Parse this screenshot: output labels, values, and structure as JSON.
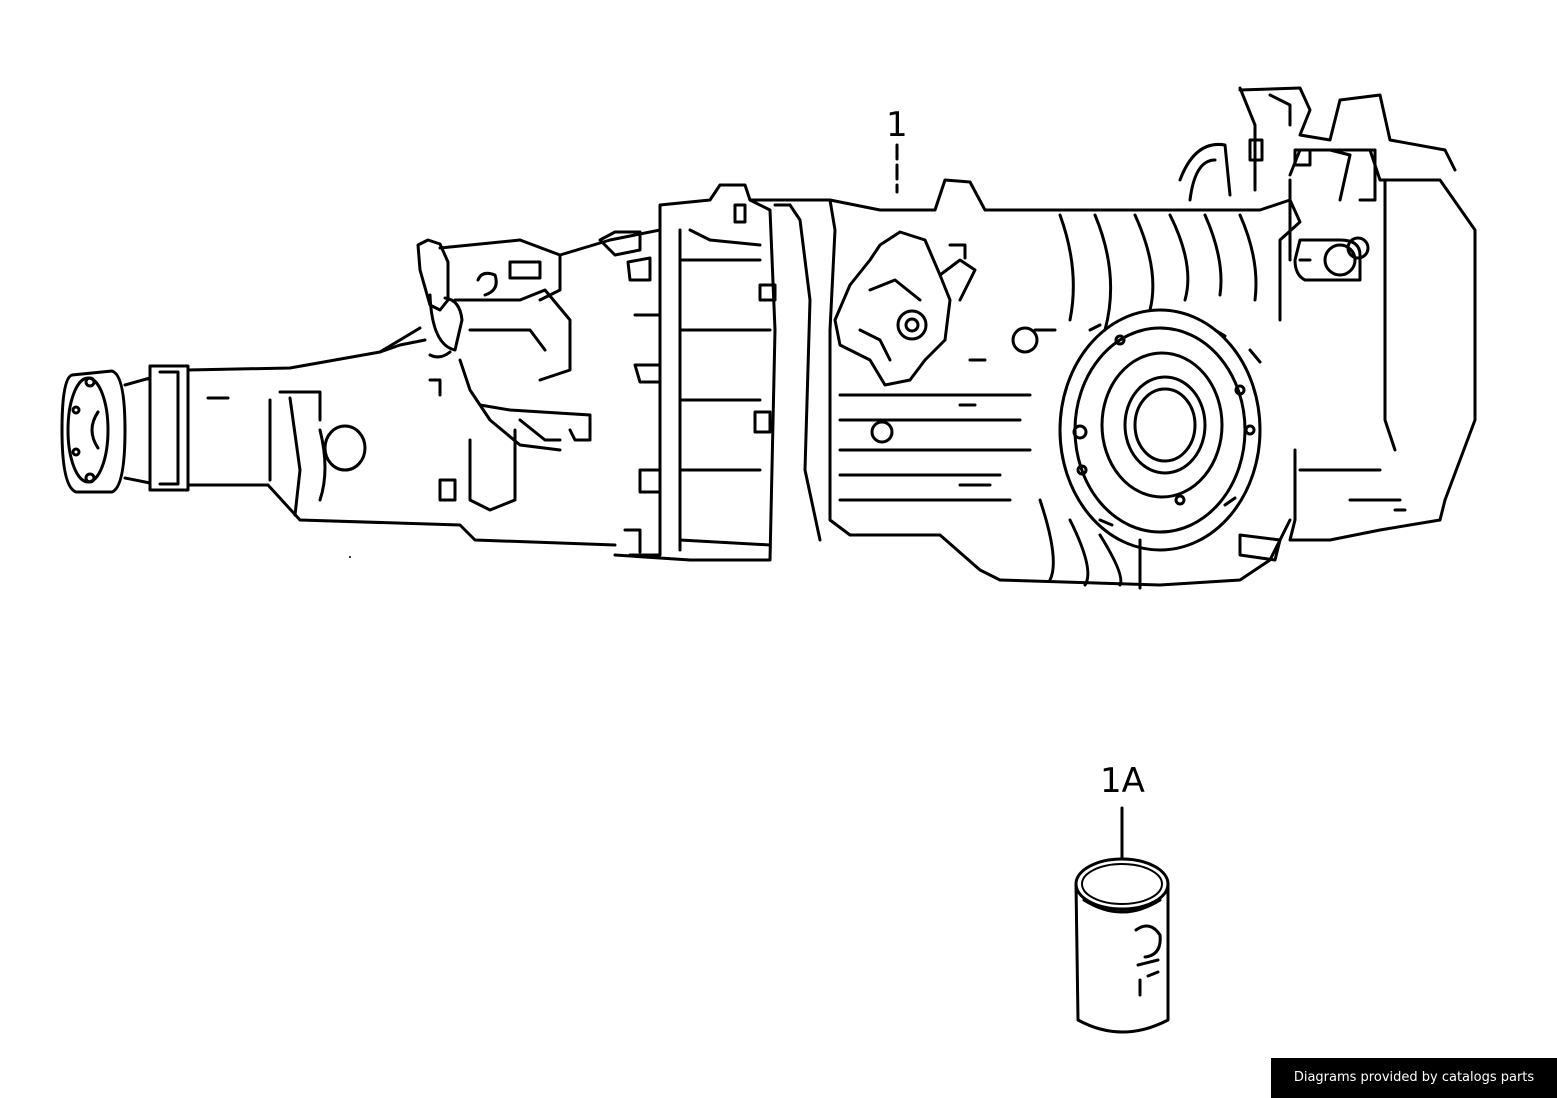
{
  "callouts": {
    "part_1": "1",
    "part_1a": "1A"
  },
  "credit": "Diagrams provided by catalogs parts"
}
